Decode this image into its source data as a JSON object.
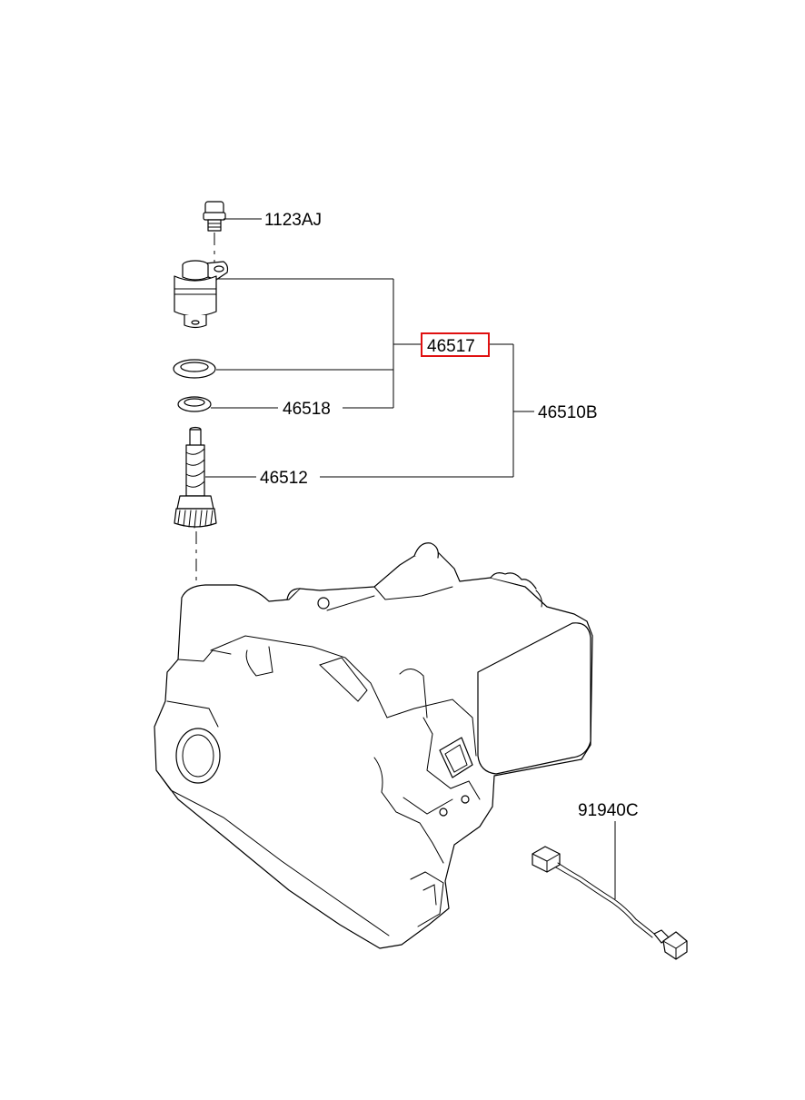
{
  "parts": {
    "bolt": "1123AJ",
    "sensor_group": "46517",
    "oring": "46518",
    "assembly": "46510B",
    "driven_gear": "46512",
    "harness": "91940C"
  },
  "highlight_color": "#e01010"
}
